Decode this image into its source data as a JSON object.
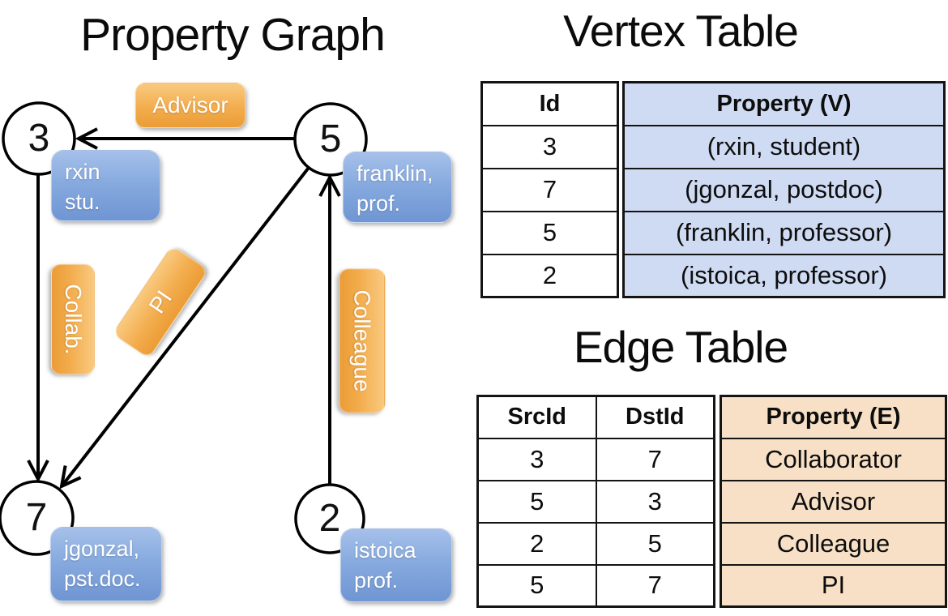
{
  "graph": {
    "title": "Property Graph",
    "nodes": [
      {
        "id": "3",
        "props": "rxin\nstu."
      },
      {
        "id": "5",
        "props": "franklin,\nprof."
      },
      {
        "id": "7",
        "props": "jgonzal,\npst.doc."
      },
      {
        "id": "2",
        "props": "istoica\nprof."
      }
    ],
    "edge_labels": {
      "advisor": "Advisor",
      "collab": "Collab.",
      "pi": "PI",
      "colleague": "Colleague"
    }
  },
  "vertex_table": {
    "title": "Vertex Table",
    "columns": {
      "id": "Id",
      "property": "Property (V)"
    },
    "rows": [
      {
        "id": "3",
        "property": "(rxin, student)"
      },
      {
        "id": "7",
        "property": "(jgonzal, postdoc)"
      },
      {
        "id": "5",
        "property": "(franklin, professor)"
      },
      {
        "id": "2",
        "property": "(istoica, professor)"
      }
    ]
  },
  "edge_table": {
    "title": "Edge Table",
    "columns": {
      "src": "SrcId",
      "dst": "DstId",
      "property": "Property (E)"
    },
    "rows": [
      {
        "src": "3",
        "dst": "7",
        "property": "Collaborator"
      },
      {
        "src": "5",
        "dst": "3",
        "property": "Advisor"
      },
      {
        "src": "2",
        "dst": "5",
        "property": "Colleague"
      },
      {
        "src": "5",
        "dst": "7",
        "property": "PI"
      }
    ]
  },
  "colors": {
    "vertex_property_fill": "#cfdbf2",
    "edge_property_fill": "#f7e0c5",
    "node_box_blue_top": "#a6c0ea",
    "node_box_blue_bottom": "#6f95d3",
    "edge_box_orange_top": "#f9ca80",
    "edge_box_orange_bottom": "#eb9c35",
    "table_border": "#141414"
  }
}
